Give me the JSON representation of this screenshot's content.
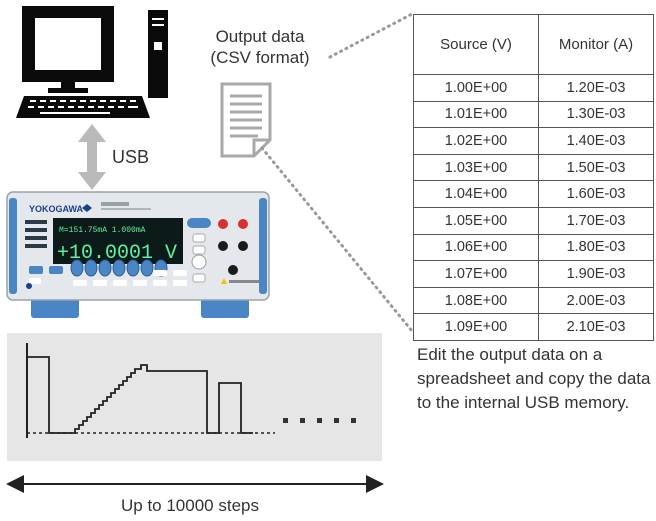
{
  "output_label": [
    "Output data",
    "(CSV format)"
  ],
  "usb_label": "USB",
  "device_brand": "YOKOGAWA",
  "device_display": {
    "top_line": "M=151.75mA  1.000mA",
    "main_value": "+10.0001 V"
  },
  "csv_table": {
    "headers": [
      "Source (V)",
      "Monitor (A)"
    ],
    "rows": [
      [
        "1.00E+00",
        "1.20E-03"
      ],
      [
        "1.01E+00",
        "1.30E-03"
      ],
      [
        "1.02E+00",
        "1.40E-03"
      ],
      [
        "1.03E+00",
        "1.50E-03"
      ],
      [
        "1.04E+00",
        "1.60E-03"
      ],
      [
        "1.05E+00",
        "1.70E-03"
      ],
      [
        "1.06E+00",
        "1.80E-03"
      ],
      [
        "1.07E+00",
        "1.90E-03"
      ],
      [
        "1.08E+00",
        "2.00E-03"
      ],
      [
        "1.09E+00",
        "2.10E-03"
      ]
    ]
  },
  "note": "Edit the output data on a spreadsheet and copy the data to the internal USB memory.",
  "steps_label": "Up to 10000 steps",
  "colors": {
    "monitor_black": "#0a0a0a",
    "usb_arrow": "#b9b9b9",
    "panel_gray": "#e6e6e6",
    "device_blue": "#4a86c5",
    "display_green": "#5cf0a0"
  }
}
